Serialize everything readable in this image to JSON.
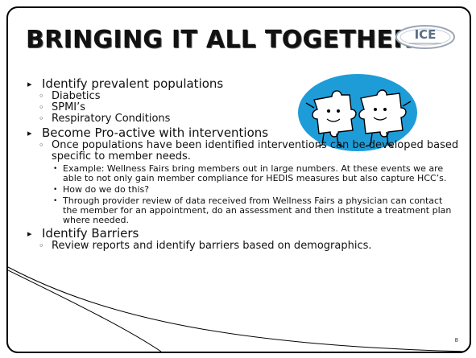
{
  "slide": {
    "title": "BRINGING IT ALL TOGETHER",
    "logo_text": "ICE",
    "page_number": "8",
    "bullets": [
      {
        "text": "Identify prevalent populations",
        "sub": [
          {
            "text": "Diabetics"
          },
          {
            "text": "SPMI’s"
          },
          {
            "text": "Respiratory Conditions"
          }
        ]
      },
      {
        "text": "Become Pro-active with interventions",
        "sub": [
          {
            "text": "Once populations have been identified interventions can be developed based specific to member needs.",
            "sub": [
              {
                "text": "Example: Wellness Fairs bring members out in large numbers. At these events we are able to not only gain member compliance for HEDIS measures but also capture HCC’s."
              },
              {
                "text": "How do we do this?"
              },
              {
                "text": "Through provider review of data received from Wellness Fairs a physician can contact the member for an appointment, do an assessment and then institute a treatment plan where needed."
              }
            ]
          }
        ]
      },
      {
        "text": "Identify Barriers",
        "sub": [
          {
            "text": "Review reports and identify barriers based on demographics."
          }
        ]
      }
    ]
  },
  "icons": {
    "puzzle": "puzzle-pieces-icon",
    "bullet_l1": "▸",
    "bullet_l2": "◦",
    "bullet_l3": "•"
  },
  "colors": {
    "puzzle_blue": "#1e9cd8",
    "logo": "#5a6e86"
  }
}
